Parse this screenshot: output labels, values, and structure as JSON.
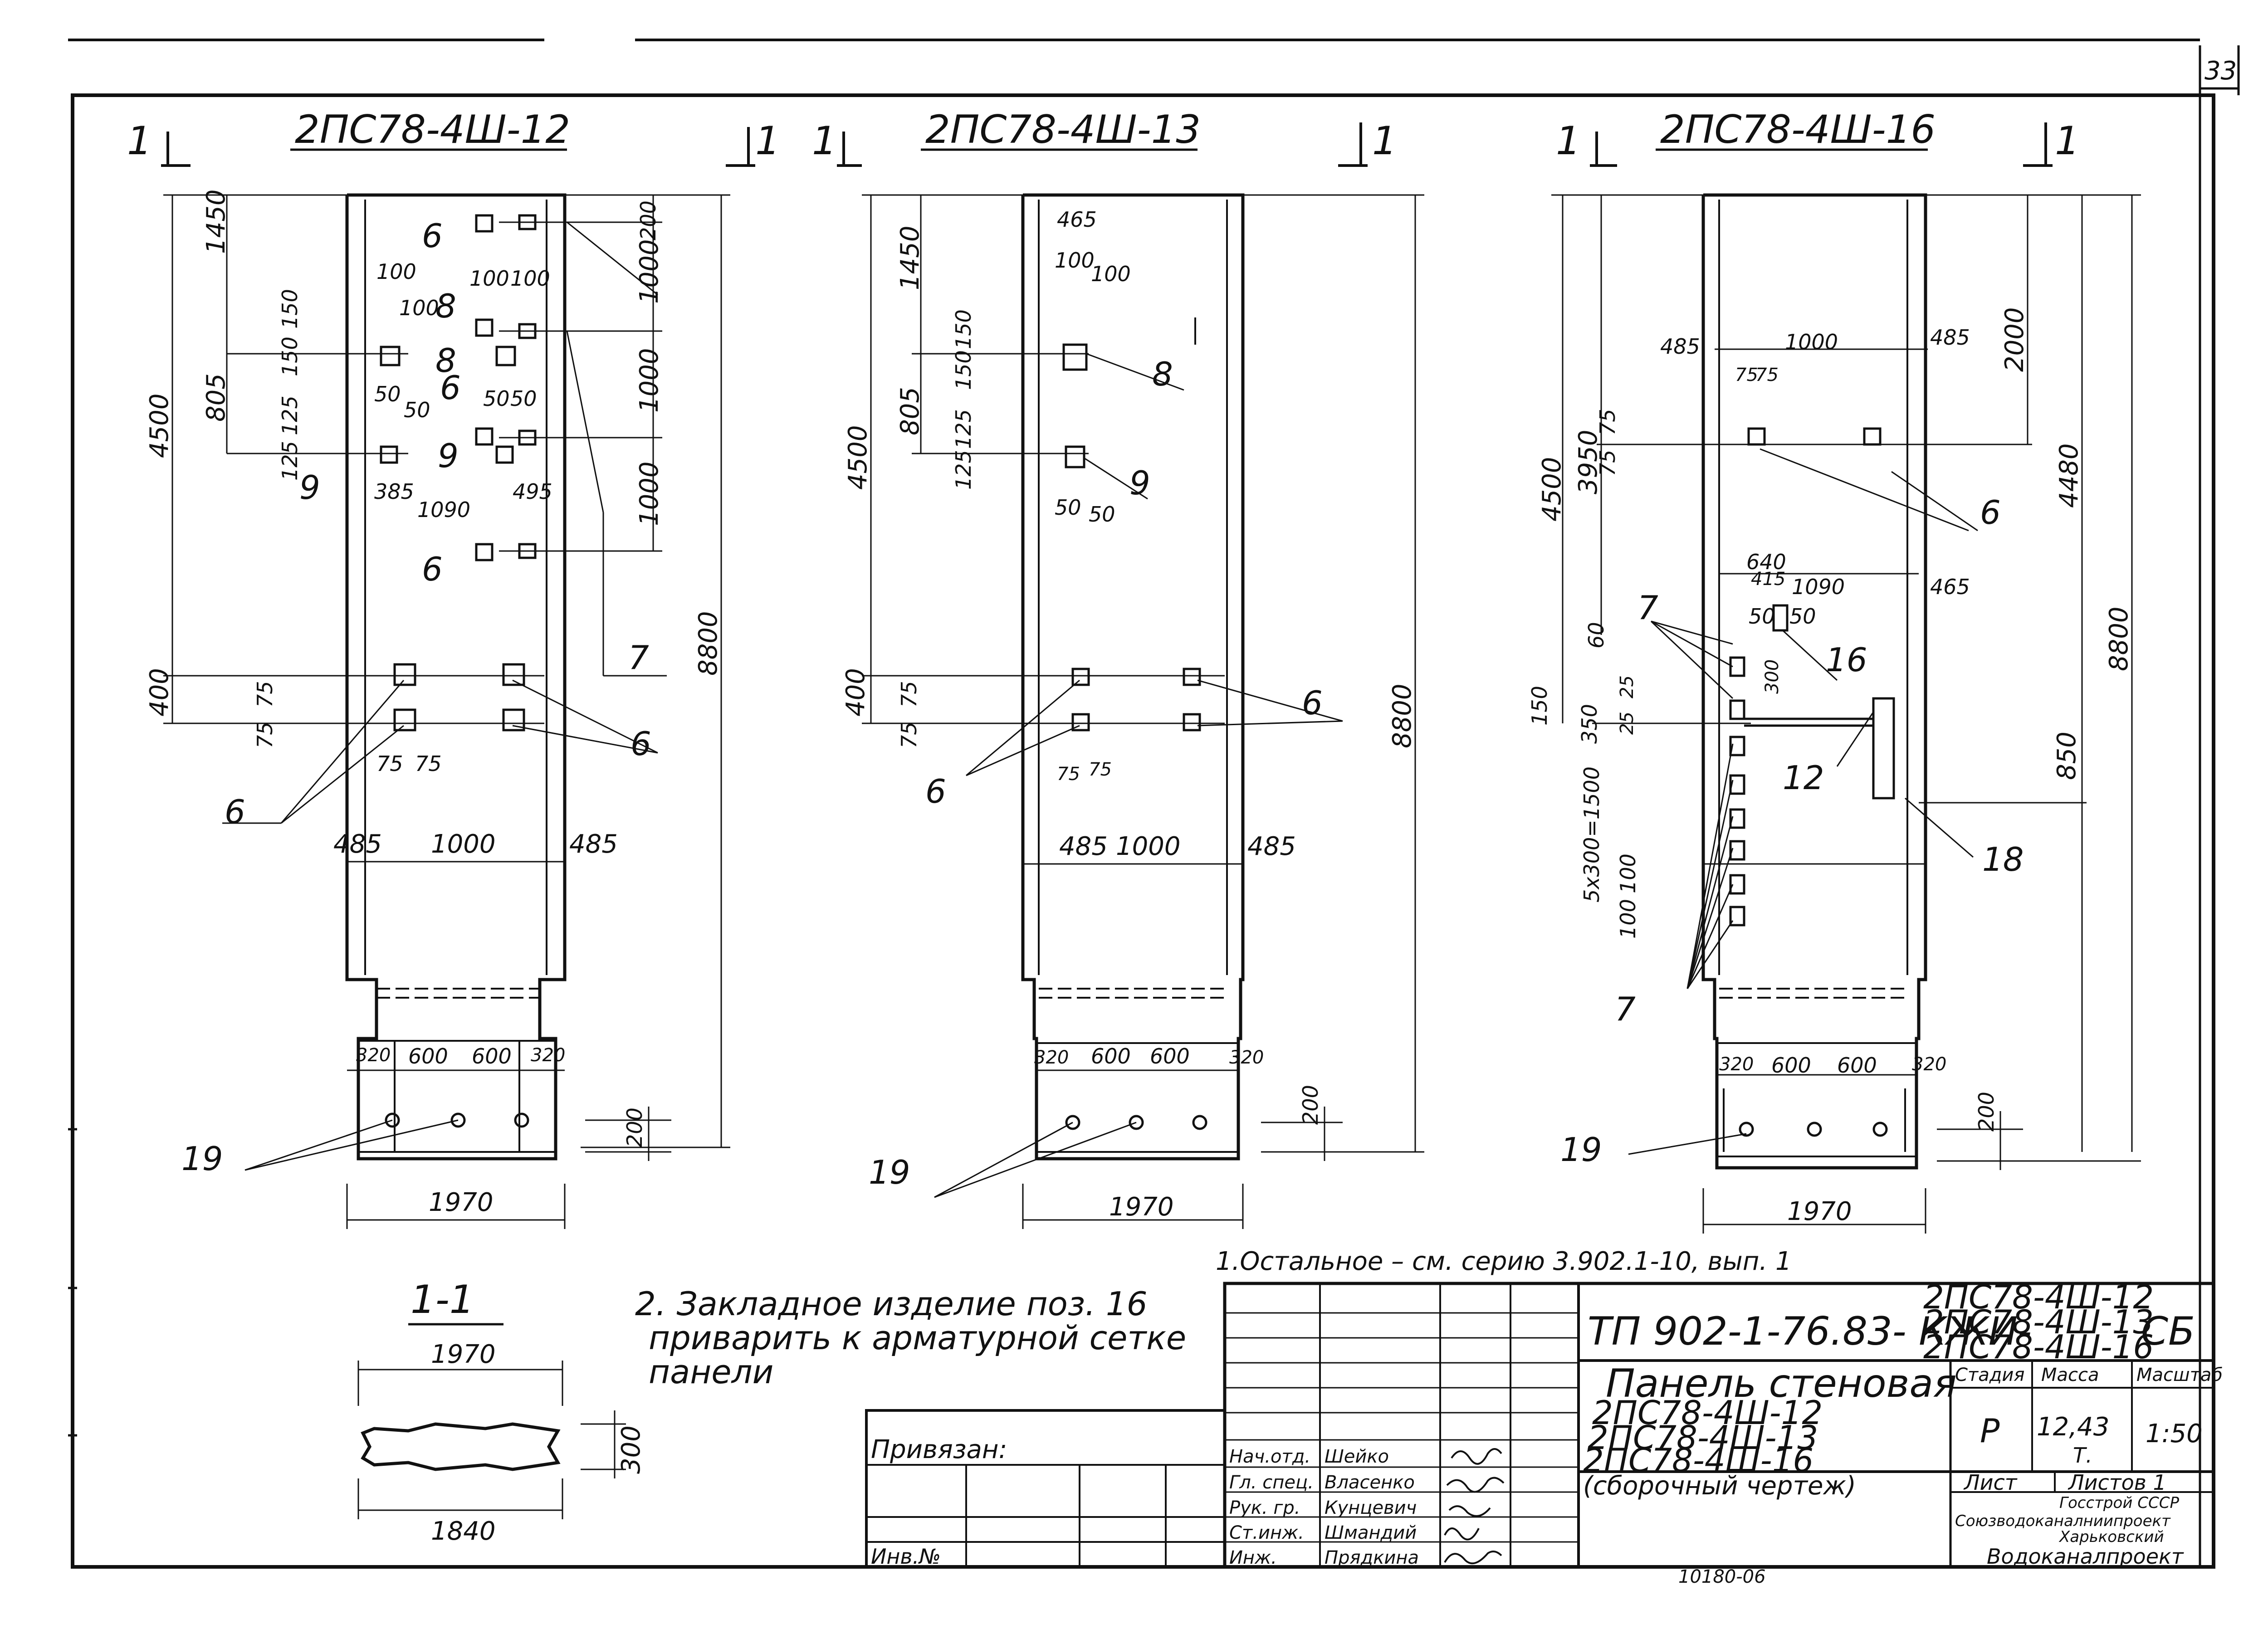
{
  "sheet": {
    "number": "33"
  },
  "views": [
    {
      "title": "2ПС78-4Ш-12",
      "section_left": "1",
      "section_right": "1",
      "dims": [
        "1450",
        "4500",
        "805",
        "150",
        "150",
        "125",
        "125",
        "400",
        "75",
        "75",
        "100",
        "100",
        "100",
        "100",
        "100",
        "8",
        "8",
        "6",
        "6",
        "6",
        "6",
        "6",
        "6",
        "50",
        "50",
        "50",
        "50",
        "50",
        "9",
        "9",
        "385",
        "1090",
        "495",
        "200",
        "1000",
        "1000",
        "1000",
        "8800",
        "7",
        "75",
        "75",
        "485",
        "1000",
        "485",
        "320",
        "600",
        "600",
        "320",
        "200",
        "1970",
        "19"
      ]
    },
    {
      "title": "2ПС78-4Ш-13",
      "section_left": "1",
      "section_right": "1",
      "dims": [
        "1450",
        "465",
        "100",
        "100",
        "4500",
        "150",
        "150",
        "805",
        "125",
        "125",
        "8",
        "9",
        "50",
        "50",
        "400",
        "75",
        "75",
        "6",
        "6",
        "75",
        "75",
        "485",
        "1000",
        "485",
        "8800",
        "320",
        "600",
        "600",
        "320",
        "200",
        "1970",
        "19"
      ]
    },
    {
      "title": "2ПС78-4Ш-16",
      "section_left": "1",
      "section_right": "1",
      "dims": [
        "485",
        "1000",
        "485",
        "2000",
        "75",
        "75",
        "75",
        "75",
        "3950",
        "4500",
        "4480",
        "6",
        "640",
        "415",
        "1090",
        "465",
        "50",
        "50",
        "16",
        "60",
        "7",
        "300",
        "150",
        "25",
        "25",
        "350",
        "12",
        "850",
        "8800",
        "5x300=1500",
        "100",
        "100",
        "18",
        "7",
        "320",
        "600",
        "600",
        "320",
        "200",
        "1970",
        "19"
      ]
    }
  ],
  "section": {
    "title": "1-1",
    "width_top": "1970",
    "height": "300",
    "width_bottom": "1840"
  },
  "notes": {
    "note1": "1.Остальное – см. серию  3.902.1-10, вып. 1",
    "note2_line1": "2. Закладное изделие поз. 16",
    "note2_line2": "приварить к арматурной сетке",
    "note2_line3": "панели"
  },
  "stamp": {
    "privyazan": "Привязан:",
    "inv": "Инв.№",
    "code": "ТП 902-1-76.83- КЖИ-",
    "code_marks": [
      "2ПС78-4Ш-12",
      "2ПС78-4Ш-13",
      "2ПС78-4Ш-16"
    ],
    "code_suffix": "СБ",
    "title_lines": [
      "Панель стеновая",
      "2ПС78-4Ш-12",
      "2ПС78-4Ш-13",
      "2ПС78-4Ш-16",
      "(сборочный чертеж)"
    ],
    "headers": {
      "stage": "Стадия",
      "mass": "Масса",
      "scale": "Масштаб"
    },
    "values": {
      "stage": "Р",
      "mass": "12,43",
      "mass_unit": "Т.",
      "scale": "1:50"
    },
    "sheet_label": "Лист",
    "sheets_label": "Листов 1",
    "org_lines": [
      "Госстрой СССР",
      "Союзводоканалниипроект",
      "Харьковский",
      "Водоканалпроект"
    ],
    "roles": [
      {
        "role": "Нач.отд.",
        "name": "Шейко"
      },
      {
        "role": "Гл. спец.",
        "name": "Власенко"
      },
      {
        "role": "Рук. гр.",
        "name": "Кунцевич"
      },
      {
        "role": "Ст.инж.",
        "name": "Шмандий"
      },
      {
        "role": "Инж.",
        "name": "Прядкина"
      }
    ],
    "bottom_number": "10180-06"
  },
  "colors": {
    "ink": "#111111",
    "paper": "#ffffff"
  }
}
